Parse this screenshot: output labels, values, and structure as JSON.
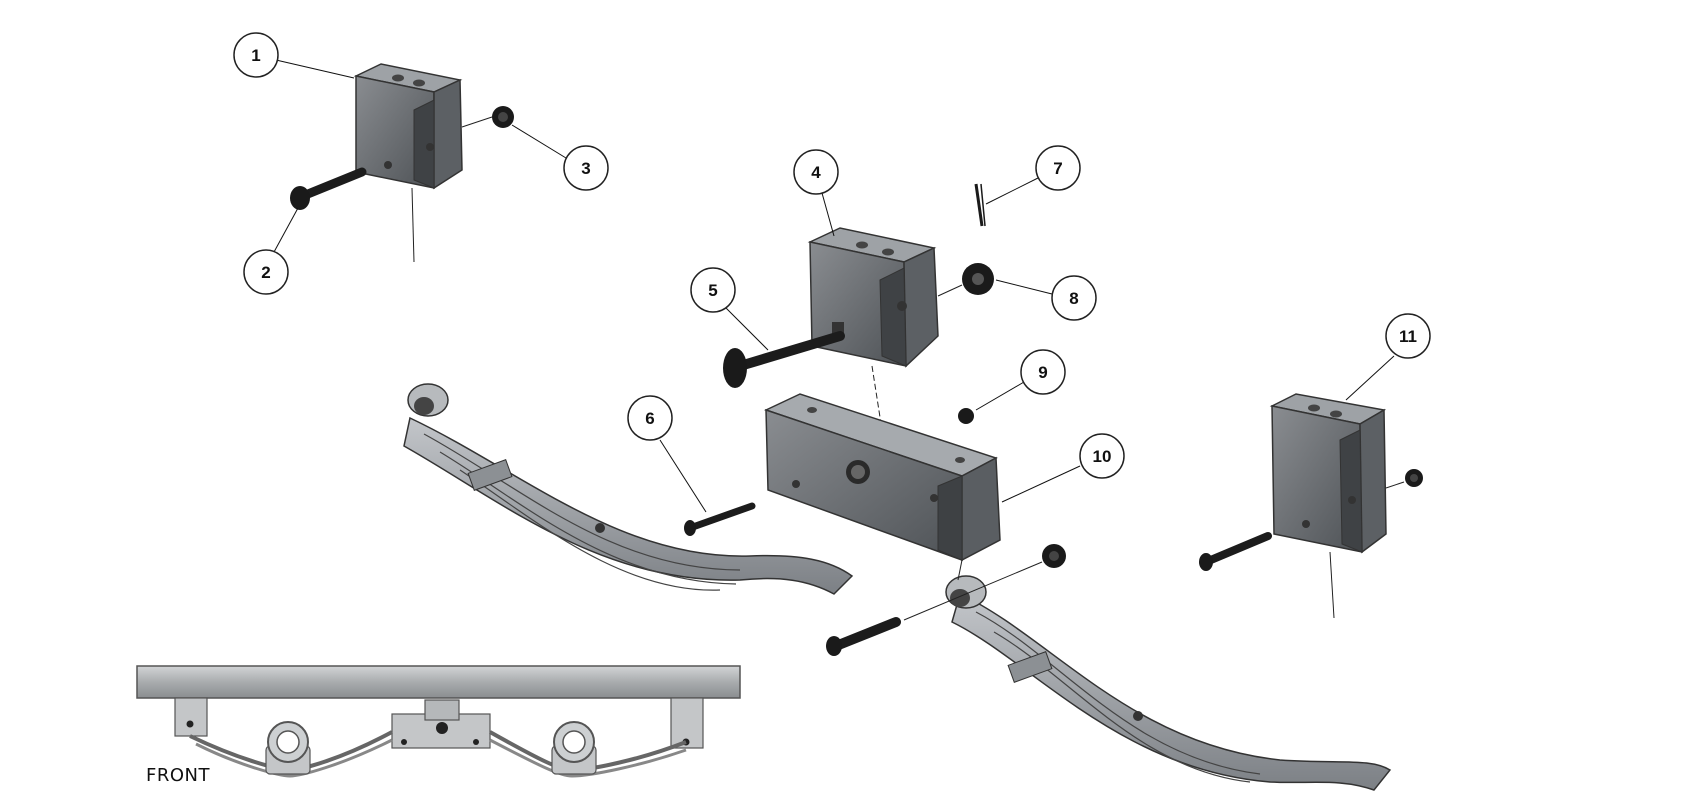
{
  "callouts": [
    {
      "label": "1"
    },
    {
      "label": "2"
    },
    {
      "label": "3"
    },
    {
      "label": "4"
    },
    {
      "label": "5"
    },
    {
      "label": "6"
    },
    {
      "label": "7"
    },
    {
      "label": "8"
    },
    {
      "label": "9"
    },
    {
      "label": "10"
    },
    {
      "label": "11"
    }
  ],
  "front_view": {
    "label": "FRONT"
  }
}
